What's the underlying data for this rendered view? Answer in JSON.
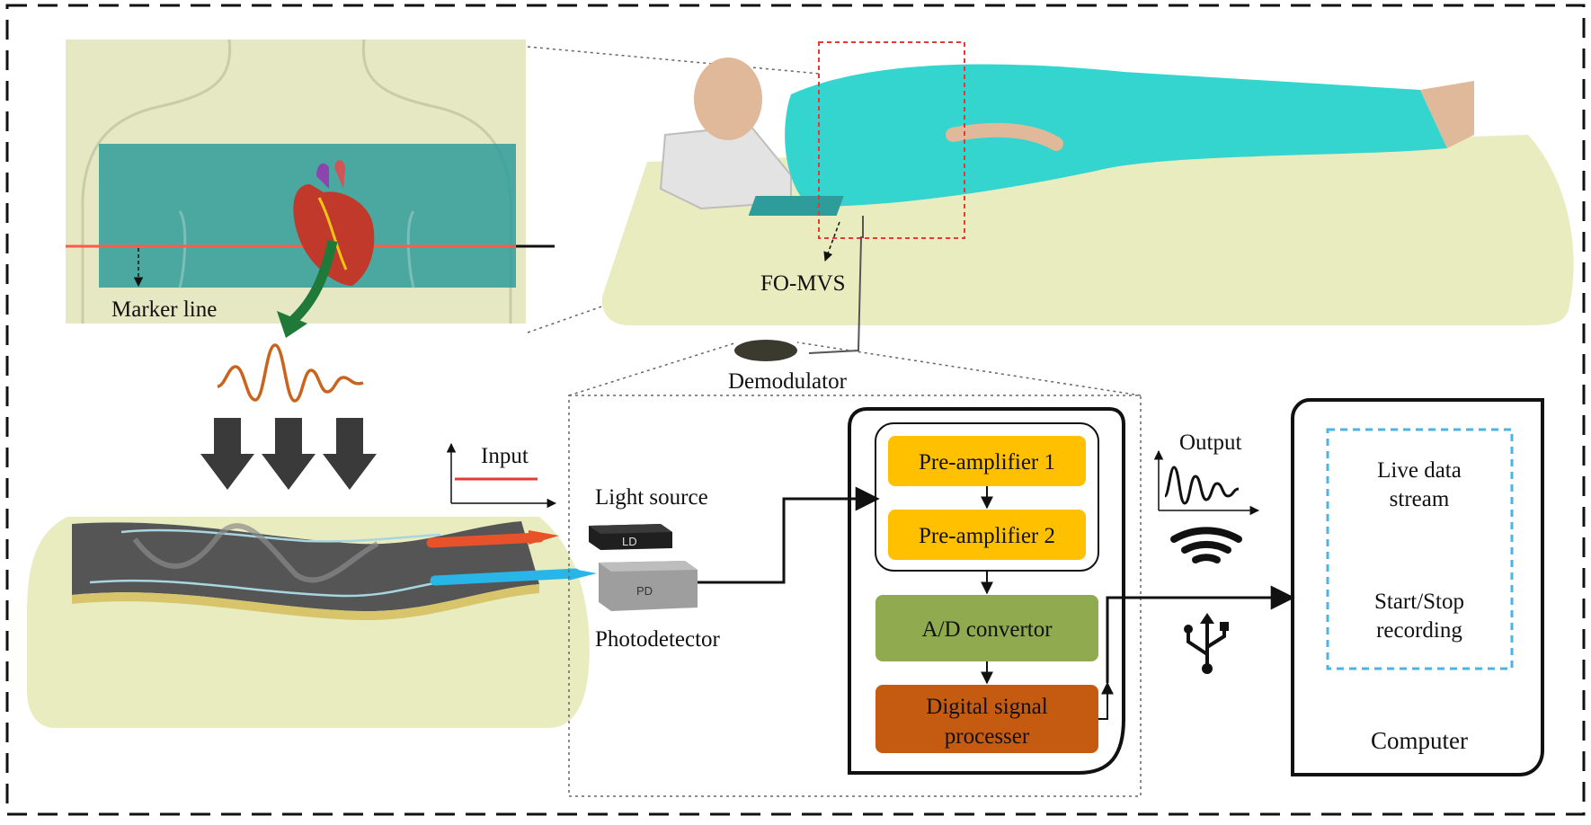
{
  "labels": {
    "marker_line": "Marker line",
    "fo_mvs": "FO-MVS",
    "demodulator": "Demodulator",
    "input": "Input",
    "light_source": "Light source",
    "photodetector": "Photodetector",
    "output": "Output",
    "ld_tag": "LD",
    "pd_tag": "PD"
  },
  "blocks": {
    "pre_amp_1": "Pre-amplifier  1",
    "pre_amp_2": "Pre-amplifier  2",
    "ad": "A/D convertor",
    "dsp_line1": "Digital signal",
    "dsp_line2": "processer"
  },
  "computer": {
    "live_line1": "Live data",
    "live_line2": "stream",
    "rec_line1": "Start/Stop",
    "rec_line2": "recording",
    "title": "Computer"
  },
  "colors": {
    "preamp": "#ffc000",
    "ad": "#8faa4f",
    "dsp": "#c55a11",
    "mat": "#e9ecbf",
    "gown": "#34d4cf",
    "sensor": "#2e9c9b",
    "fiber_red": "#e8522a",
    "fiber_blue": "#29b5e8",
    "screen_dash": "#4db3e6",
    "arrow_green": "#1f7a3a",
    "wave_orange": "#c8641e"
  }
}
